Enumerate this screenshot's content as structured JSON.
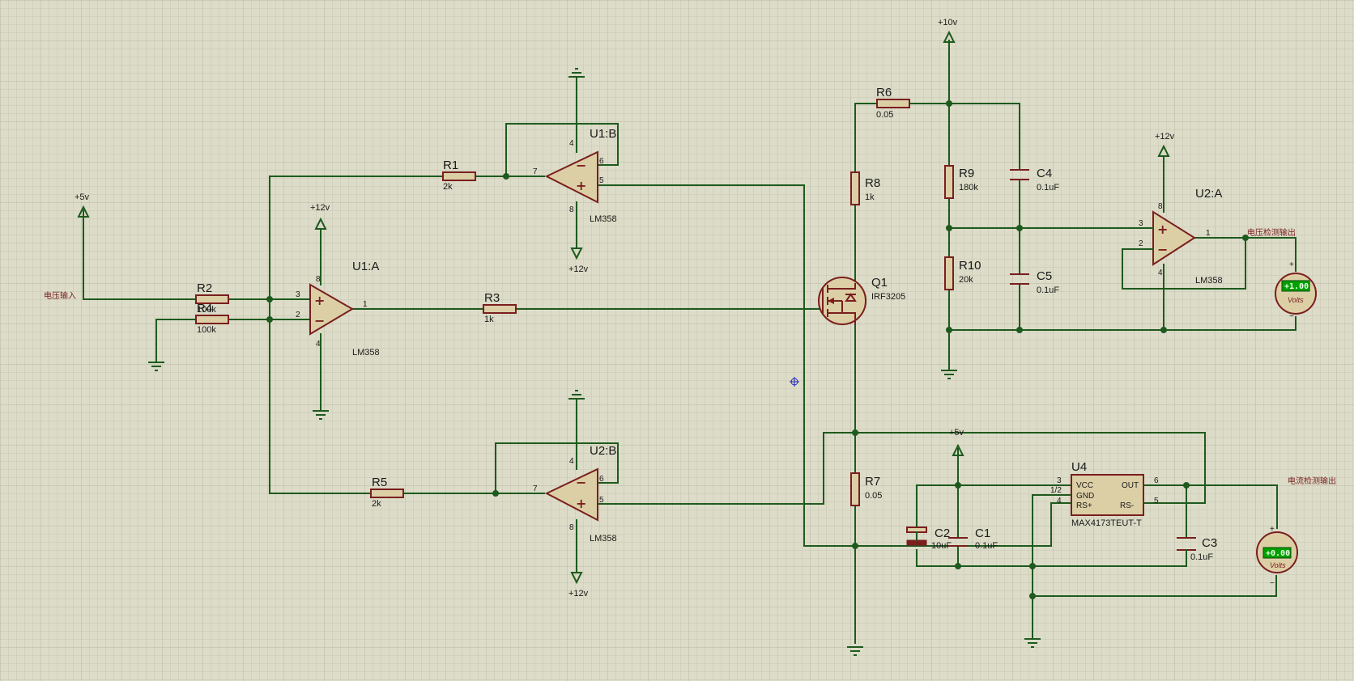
{
  "signals": {
    "voltage_in": "电压输入",
    "voltage_out": "电压检测输出",
    "current_out": "电流检测输出"
  },
  "power": {
    "p5v": "+5v",
    "p12v": "+12v",
    "p10v": "+10v"
  },
  "opamp": {
    "u1a": "U1:A",
    "u1b": "U1:B",
    "u2a": "U2:A",
    "u2b": "U2:B",
    "part": "LM358",
    "plus": "+",
    "minus": "−"
  },
  "resistors": {
    "r1": {
      "ref": "R1",
      "value": "2k"
    },
    "r2": {
      "ref": "R2",
      "value": "100k"
    },
    "r3": {
      "ref": "R3",
      "value": "1k"
    },
    "r4": {
      "ref": "R4",
      "value": "100k"
    },
    "r5": {
      "ref": "R5",
      "value": "2k"
    },
    "r6": {
      "ref": "R6",
      "value": "0.05"
    },
    "r7": {
      "ref": "R7",
      "value": "0.05"
    },
    "r8": {
      "ref": "R8",
      "value": "1k"
    },
    "r9": {
      "ref": "R9",
      "value": "180k"
    },
    "r10": {
      "ref": "R10",
      "value": "20k"
    }
  },
  "capacitors": {
    "c1": {
      "ref": "C1",
      "value": "0.1uF"
    },
    "c2": {
      "ref": "C2",
      "value": "10uF"
    },
    "c3": {
      "ref": "C3",
      "value": "0.1uF"
    },
    "c4": {
      "ref": "C4",
      "value": "0.1uF"
    },
    "c5": {
      "ref": "C5",
      "value": "0.1uF"
    }
  },
  "mosfet": {
    "ref": "Q1",
    "part": "IRF3205"
  },
  "u4": {
    "ref": "U4",
    "part": "MAX4173TEUT-T",
    "pins": {
      "vcc": "VCC",
      "gnd": "GND",
      "rsp": "RS+",
      "out": "OUT",
      "rsn": "RS-"
    },
    "pin_numbers": {
      "p3": "3",
      "p12": "1/2",
      "p4": "4",
      "p6": "6",
      "p5": "5"
    }
  },
  "pin_numbers": {
    "u1a": {
      "p3": "3",
      "p2": "2",
      "p1": "1",
      "p8": "8",
      "p4": "4"
    },
    "u1b": {
      "p7": "7",
      "p6": "6",
      "p5": "5",
      "p4": "4",
      "p8": "8"
    },
    "u2b": {
      "p7": "7",
      "p6": "6",
      "p5": "5",
      "p4": "4",
      "p8": "8"
    },
    "u2a": {
      "p3": "3",
      "p2": "2",
      "p1": "1",
      "p8": "8",
      "p4": "4"
    }
  },
  "voltmeters": {
    "v1": {
      "reading": "+1.00",
      "unit": "Volts",
      "plus": "+",
      "minus": "−"
    },
    "v2": {
      "reading": "+0.00",
      "unit": "Volts",
      "plus": "+",
      "minus": "−"
    }
  },
  "colors": {
    "background": "#dcdcc8",
    "grid": "#c2c2ae",
    "wire": "#1e5a1e",
    "component": "#7a1e1e",
    "lcd": "#00a000"
  }
}
